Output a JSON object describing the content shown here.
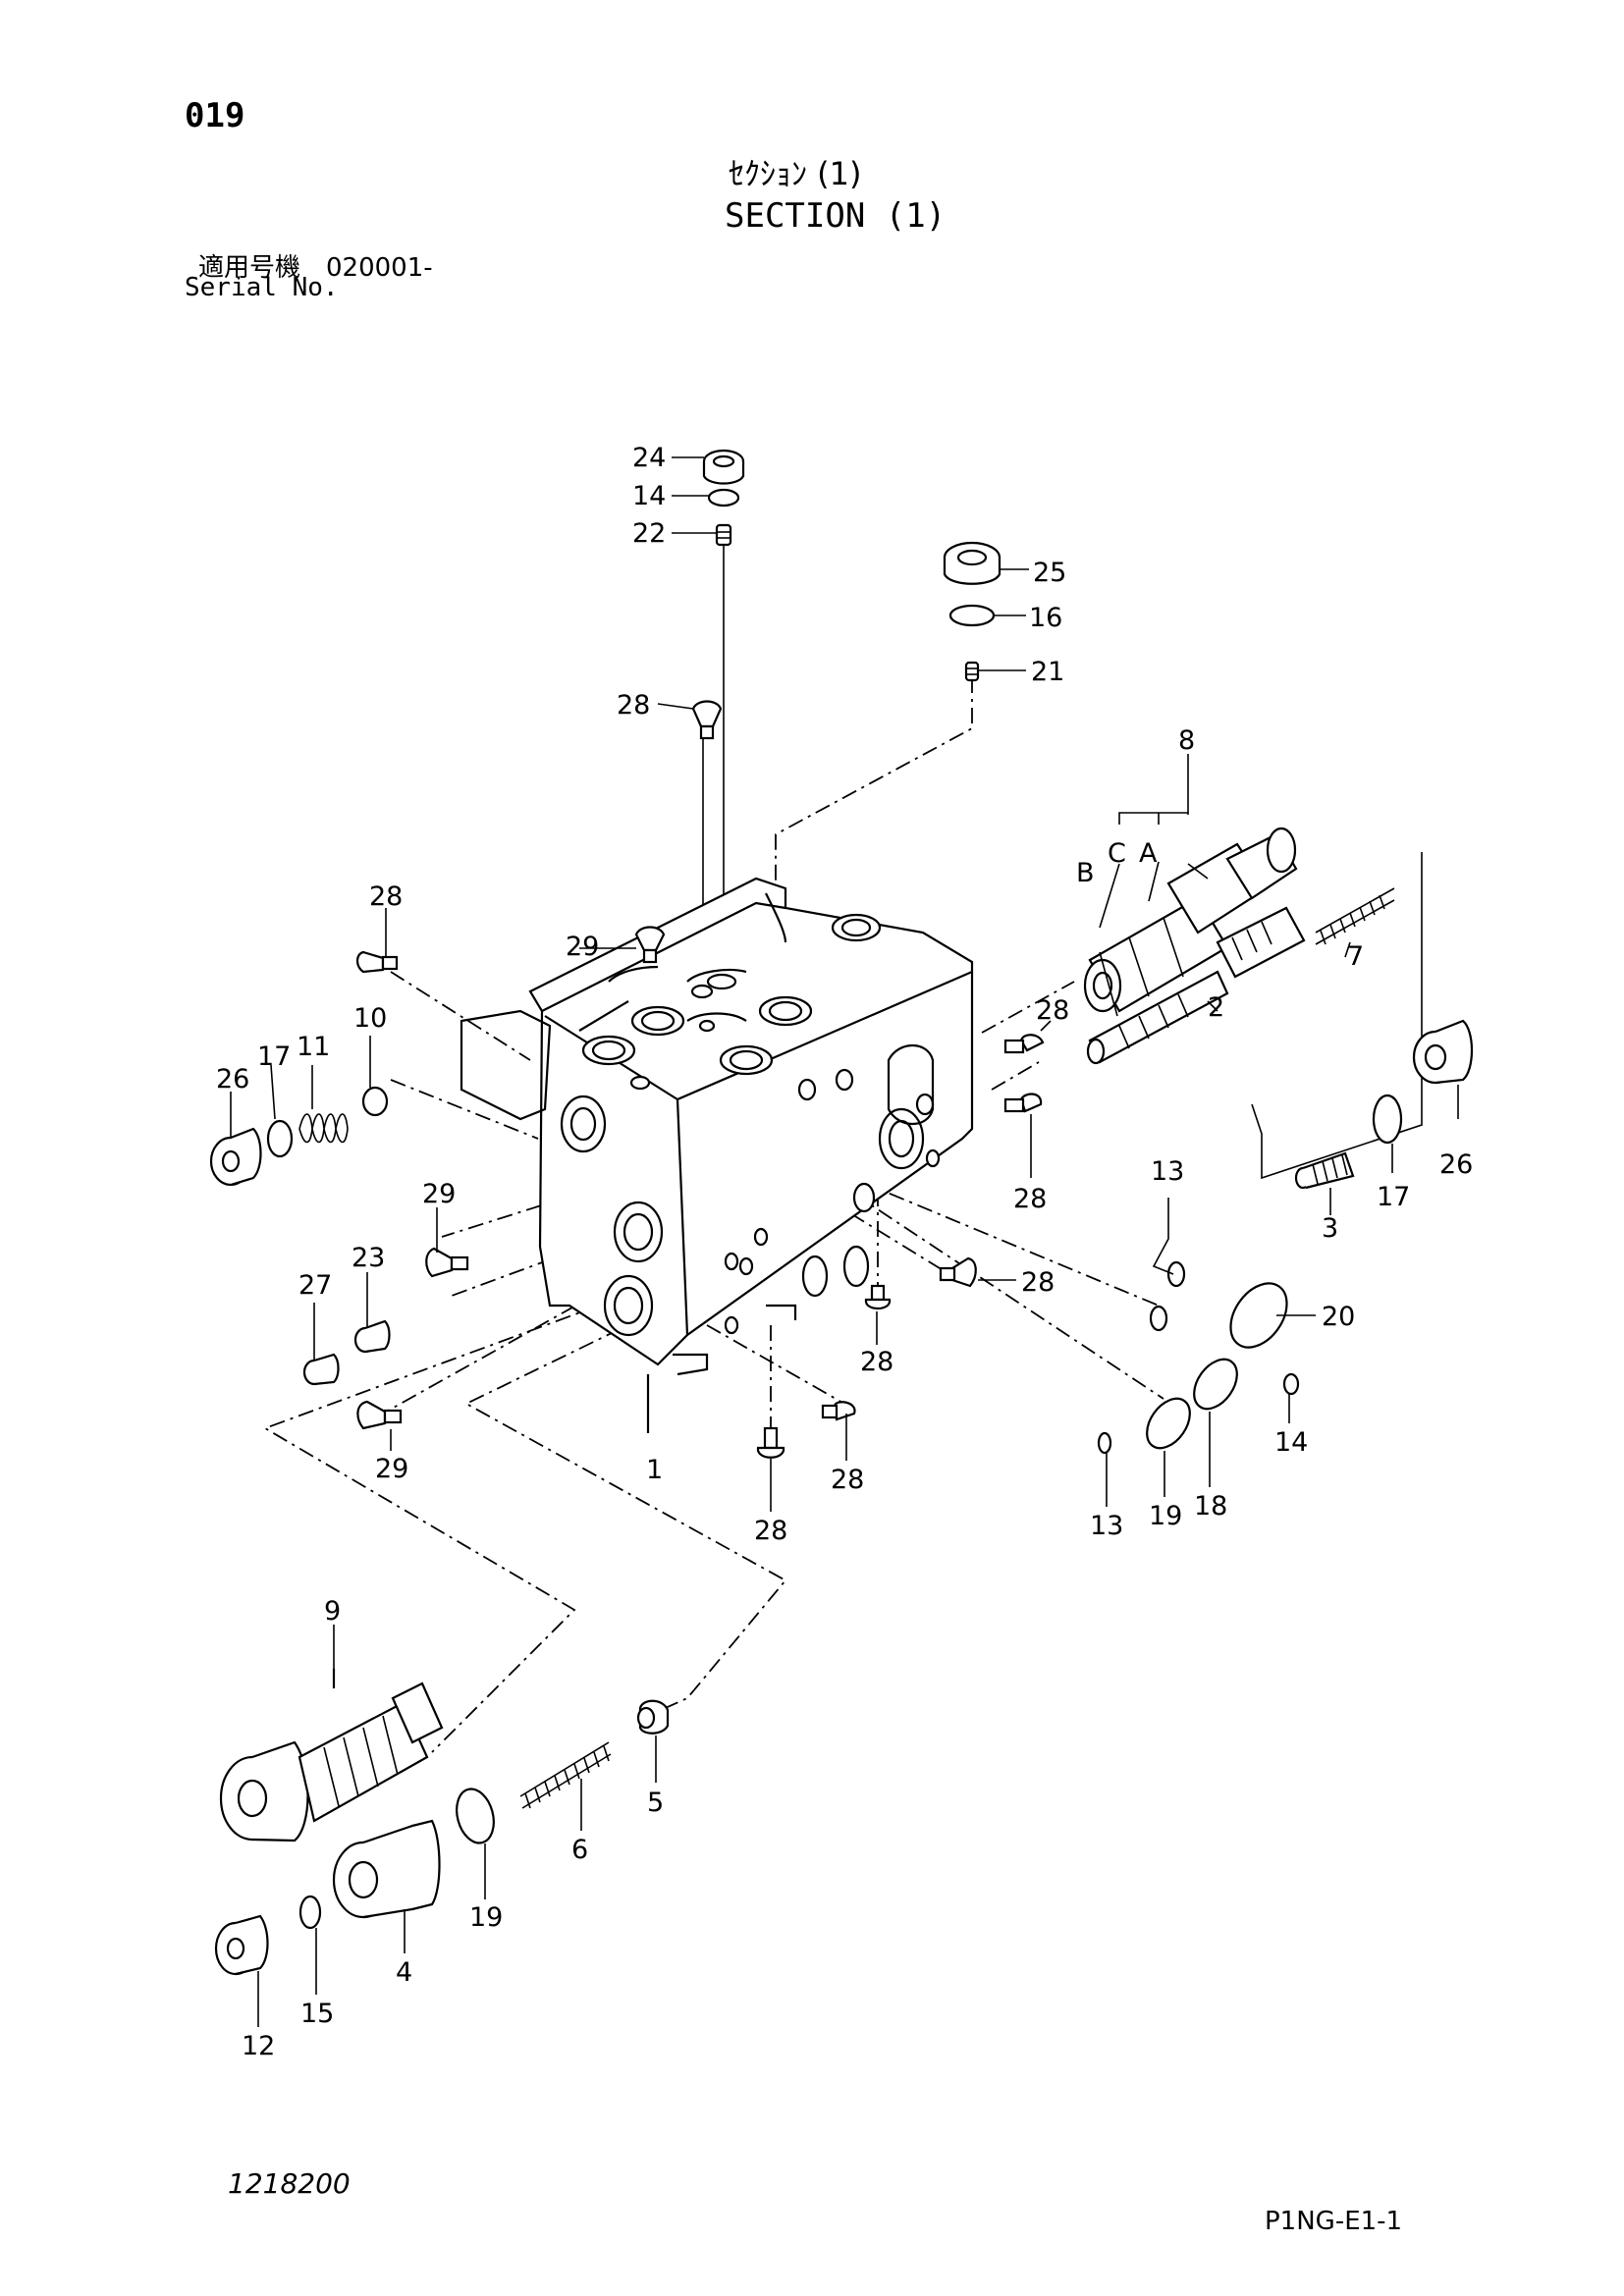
{
  "header": {
    "page_number": "019",
    "title_jp": "ｾｸｼｮﾝ (1)",
    "title_en": "SECTION (1)",
    "serial_label_jp": "適用号機　020001-",
    "serial_label_en": "Serial No."
  },
  "footer": {
    "drawing_number": "1218200",
    "sheet_code": "P1NG-E1-1"
  },
  "callouts": {
    "c24": "24",
    "c14a": "14",
    "c22": "22",
    "c25": "25",
    "c16": "16",
    "c21": "21",
    "c28a": "28",
    "c8": "8",
    "cA": "A",
    "cB": "B",
    "cC": "C",
    "c7": "7",
    "c2": "2",
    "c28b": "28",
    "c29a": "29",
    "c28c": "28",
    "c10": "10",
    "c11": "11",
    "c17a": "17",
    "c26a": "26",
    "c26b": "26",
    "c17b": "17",
    "c3": "3",
    "c28d": "28",
    "c13a": "13",
    "c29b": "29",
    "c23": "23",
    "c27": "27",
    "c28e": "28",
    "c20": "20",
    "c28f": "28",
    "c14b": "14",
    "c1": "1",
    "c29c": "29",
    "c28g": "28",
    "c28h": "28",
    "c13b": "13",
    "c19a": "19",
    "c18": "18",
    "c9": "9",
    "c5": "5",
    "c6": "6",
    "c19b": "19",
    "c4": "4",
    "c15": "15",
    "c12": "12"
  }
}
